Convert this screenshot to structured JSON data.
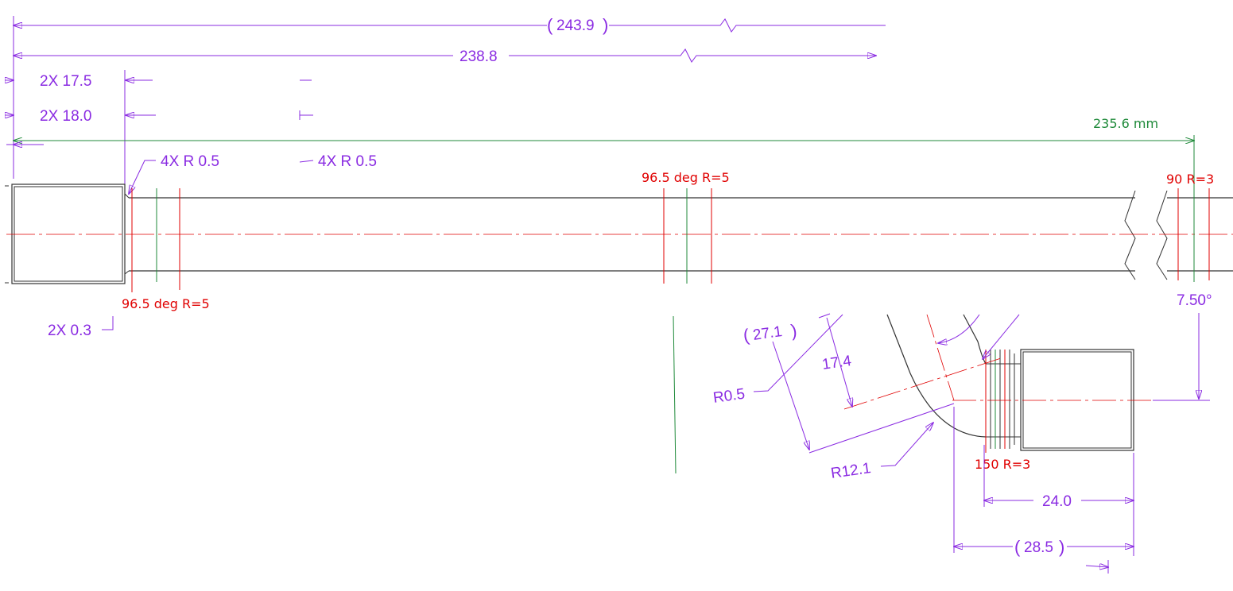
{
  "colors": {
    "dimension": "#8a2be2",
    "bend_marks": "#e00000",
    "reference": "#1f8a3a",
    "outline": "#333333"
  },
  "dimensions": {
    "overall_ref": "243.9",
    "overall": "238.8",
    "end_17_5": "2X 17.5",
    "end_18_0": "2X 18.0",
    "fillet_left_1": "4X R 0.5",
    "fillet_left_2": "4X R 0.5",
    "chamfer": "2X 0.3",
    "reference_length": "235.6 mm",
    "bend_angle": "7.50°",
    "detail_ref_27": "27.1",
    "detail_17_4": "17.4",
    "detail_r05": "R0.5",
    "detail_r12": "R12.1",
    "detail_24": "24.0",
    "detail_ref_28": "28.5"
  },
  "bend_labels": {
    "upper_mid": "96.5 deg R=5",
    "lower_left": "96.5 deg R=5",
    "right_end": "90 R=3",
    "detail": "150 R=3"
  }
}
